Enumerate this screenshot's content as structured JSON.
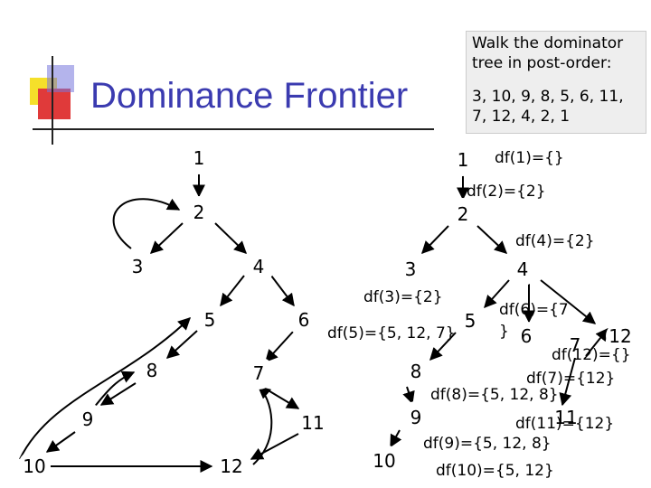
{
  "title": "Dominance Frontier",
  "note": {
    "line1": "Walk the dominator",
    "line2": "tree in post-order:",
    "line3": "3, 10, 9, 8, 5, 6, 11,",
    "line4": "7, 12, 4, 2, 1"
  },
  "cfg_nodes": [
    "1",
    "2",
    "3",
    "4",
    "5",
    "6",
    "7",
    "8",
    "9",
    "10",
    "11",
    "12"
  ],
  "dom_tree_nodes": [
    "1",
    "2",
    "3",
    "4",
    "5",
    "6",
    "7",
    "8",
    "9",
    "10",
    "11",
    "12"
  ],
  "df_labels": {
    "df1": "df(1)={}",
    "df2": "df(2)={2}",
    "df4": "df(4)={2}",
    "df3": "df(3)={2}",
    "df6": "df(6)={7",
    "df6_tail": "}",
    "df5": "df(5)={5, 12, 7}",
    "df12": "df(12)={}",
    "df7": "df(7)={12}",
    "df8": "df(8)={5, 12, 8}",
    "df11": "df(11)={12}",
    "df9": "df(9)={5, 12, 8}",
    "df10": "df(10)={5, 12}"
  }
}
